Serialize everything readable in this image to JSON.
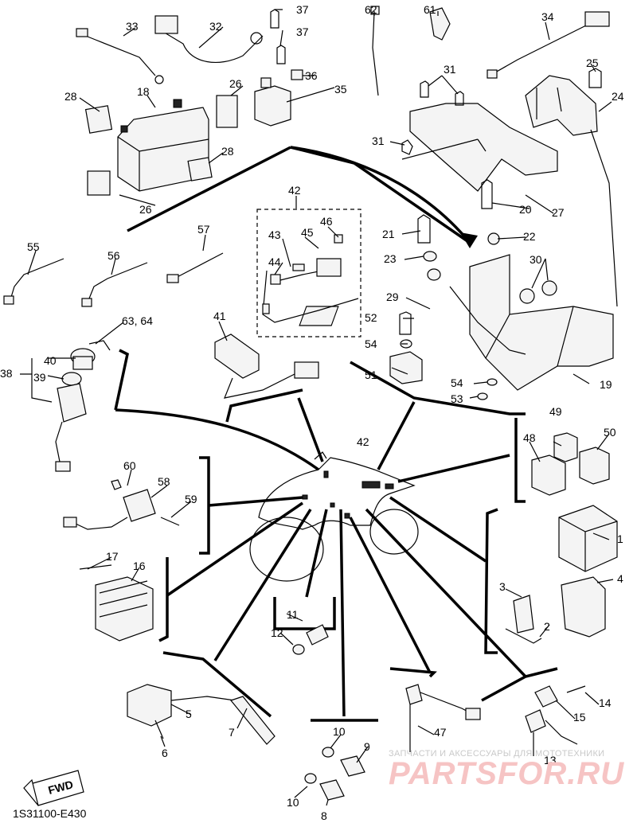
{
  "diagram": {
    "callouts": [
      "1",
      "2",
      "3",
      "4",
      "5",
      "6",
      "7",
      "8",
      "9",
      "10",
      "10",
      "11",
      "12",
      "13",
      "14",
      "15",
      "16",
      "17",
      "18",
      "19",
      "20",
      "21",
      "22",
      "23",
      "24",
      "25",
      "26",
      "26",
      "27",
      "28",
      "28",
      "29",
      "30",
      "31",
      "31",
      "32",
      "33",
      "34",
      "35",
      "36",
      "37",
      "37",
      "38",
      "39",
      "40",
      "41",
      "42",
      "42",
      "43",
      "44",
      "45",
      "46",
      "47",
      "48",
      "49",
      "50",
      "51",
      "52",
      "53",
      "54",
      "54",
      "55",
      "56",
      "57",
      "58",
      "59",
      "60",
      "61",
      "62",
      "63, 64"
    ],
    "fwd_label": "FWD",
    "diagram_code": "1S31100-E430"
  },
  "watermark": {
    "tagline": "ЗАПЧАСТИ И АКСЕССУАРЫ ДЛЯ МОТОТЕХНИКИ",
    "brand": "PARTSFOR.RU"
  }
}
